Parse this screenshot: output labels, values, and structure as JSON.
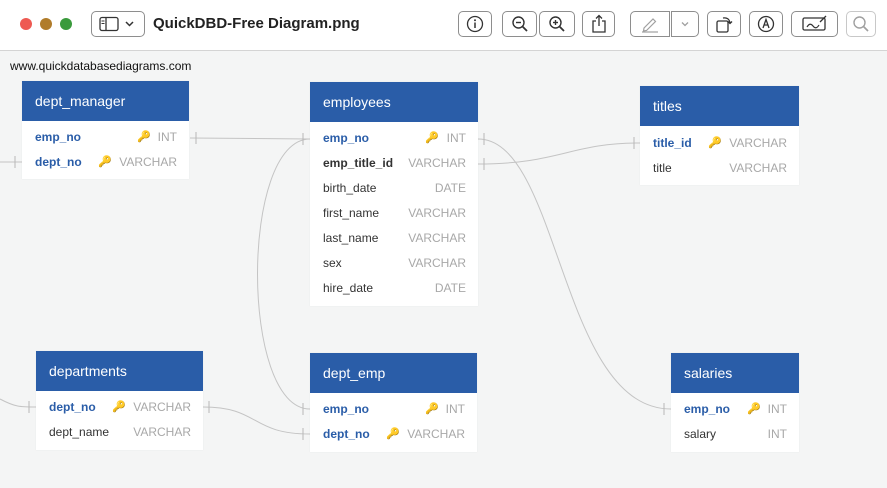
{
  "window": {
    "title": "QuickDBD-Free Diagram.png"
  },
  "colors": {
    "header": "#2a5da8",
    "canvas": "#f4f5f5",
    "key_text": "#2a5da8"
  },
  "toolbar": {
    "buttons": [
      "sidebar-toggle-icon",
      "info-icon",
      "zoom-out-icon",
      "zoom-in-icon",
      "share-icon",
      "markup-pen-icon",
      "rotate-icon",
      "annotate-icon",
      "signature-icon",
      "search-icon"
    ]
  },
  "canvas": {
    "watermark": "www.quickdatabasediagrams.com",
    "tables": {
      "dept_manager": {
        "name": "dept_manager",
        "columns": [
          {
            "name": "emp_no",
            "type": "INT",
            "pk": true
          },
          {
            "name": "dept_no",
            "type": "VARCHAR",
            "pk": true
          }
        ]
      },
      "employees": {
        "name": "employees",
        "columns": [
          {
            "name": "emp_no",
            "type": "INT",
            "pk": true
          },
          {
            "name": "emp_title_id",
            "type": "VARCHAR"
          },
          {
            "name": "birth_date",
            "type": "DATE"
          },
          {
            "name": "first_name",
            "type": "VARCHAR"
          },
          {
            "name": "last_name",
            "type": "VARCHAR"
          },
          {
            "name": "sex",
            "type": "VARCHAR"
          },
          {
            "name": "hire_date",
            "type": "DATE"
          }
        ]
      },
      "titles": {
        "name": "titles",
        "columns": [
          {
            "name": "title_id",
            "type": "VARCHAR",
            "pk": true
          },
          {
            "name": "title",
            "type": "VARCHAR"
          }
        ]
      },
      "departments": {
        "name": "departments",
        "columns": [
          {
            "name": "dept_no",
            "type": "VARCHAR",
            "pk": true
          },
          {
            "name": "dept_name",
            "type": "VARCHAR"
          }
        ]
      },
      "dept_emp": {
        "name": "dept_emp",
        "columns": [
          {
            "name": "emp_no",
            "type": "INT",
            "pk": true
          },
          {
            "name": "dept_no",
            "type": "VARCHAR",
            "pk": true
          }
        ]
      },
      "salaries": {
        "name": "salaries",
        "columns": [
          {
            "name": "emp_no",
            "type": "INT",
            "pk": true
          },
          {
            "name": "salary",
            "type": "INT"
          }
        ]
      }
    }
  }
}
